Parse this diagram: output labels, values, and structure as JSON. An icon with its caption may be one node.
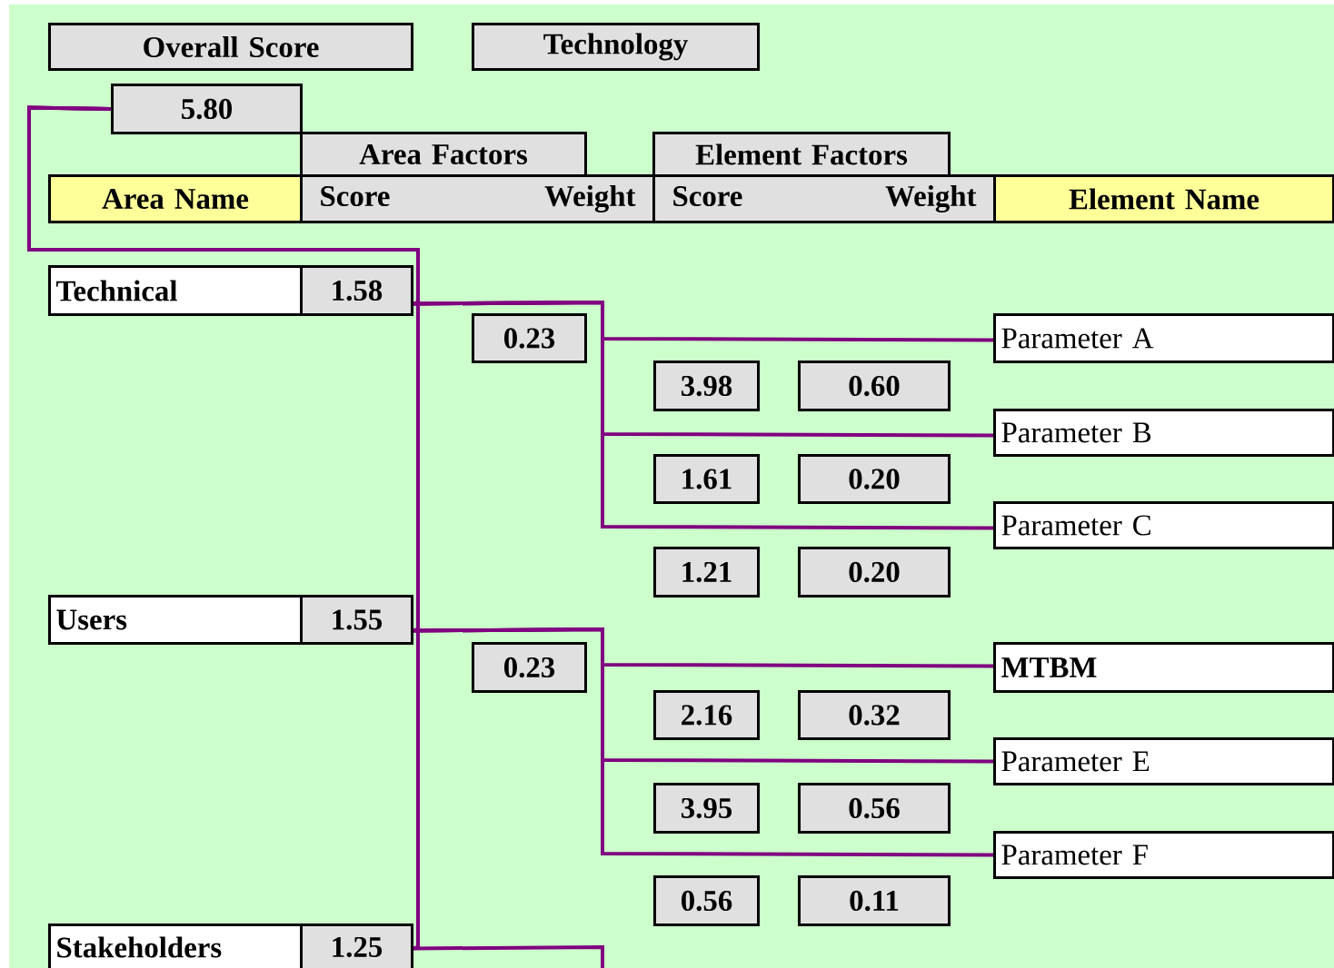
{
  "diagram": {
    "nodes": [
      {
        "text": [
          "Overall Score"
        ]
      },
      {
        "text": [
          "Technology"
        ]
      },
      {
        "text": [
          "5.80"
        ]
      },
      {
        "text": [
          "Area Factors"
        ]
      },
      {
        "text": [
          "Element Factors"
        ]
      },
      {
        "text": [
          "Area Name"
        ]
      },
      {
        "text": [
          "Score",
          "Weight"
        ]
      },
      {
        "text": [
          "Score",
          "Weight"
        ]
      },
      {
        "text": [
          "Element Name"
        ]
      },
      {
        "text": [
          "Technical"
        ]
      },
      {
        "text": [
          "1.58"
        ]
      },
      {
        "text": [
          "0.23"
        ]
      },
      {
        "text": [
          "Parameter A"
        ]
      },
      {
        "text": [
          "3.98"
        ]
      },
      {
        "text": [
          "0.60"
        ]
      },
      {
        "text": [
          "Parameter B"
        ]
      },
      {
        "text": [
          "1.61"
        ]
      },
      {
        "text": [
          "0.20"
        ]
      },
      {
        "text": [
          "Parameter C"
        ]
      },
      {
        "text": [
          "1.21"
        ]
      },
      {
        "text": [
          "0.20"
        ]
      },
      {
        "text": [
          "Users"
        ]
      },
      {
        "text": [
          "1.55"
        ]
      },
      {
        "text": [
          "0.23"
        ]
      },
      {
        "text": [
          "MTBM"
        ]
      },
      {
        "text": [
          "2.16"
        ]
      },
      {
        "text": [
          "0.32"
        ]
      },
      {
        "text": [
          "Parameter E"
        ]
      },
      {
        "text": [
          "3.95"
        ]
      },
      {
        "text": [
          "0.56"
        ]
      },
      {
        "text": [
          "Parameter F"
        ]
      },
      {
        "text": [
          "0.56"
        ]
      },
      {
        "text": [
          "0.11"
        ]
      },
      {
        "text": [
          "Stakeholders"
        ]
      },
      {
        "text": [
          "1.25"
        ]
      }
    ],
    "edges": [
      {
        "from": 2,
        "to": 10,
        "arrow": "none"
      },
      {
        "from": 2,
        "to": 22,
        "arrow": "none"
      },
      {
        "from": 2,
        "to": 34,
        "arrow": "none"
      },
      {
        "from": 10,
        "to": 12,
        "arrow": "none"
      },
      {
        "from": 10,
        "to": 15,
        "arrow": "none"
      },
      {
        "from": 10,
        "to": 18,
        "arrow": "none"
      },
      {
        "from": 22,
        "to": 24,
        "arrow": "none"
      },
      {
        "from": 22,
        "to": 27,
        "arrow": "none"
      },
      {
        "from": 22,
        "to": 30,
        "arrow": "none"
      },
      {
        "from": 34,
        "to": null,
        "arrow": "none"
      }
    ]
  }
}
